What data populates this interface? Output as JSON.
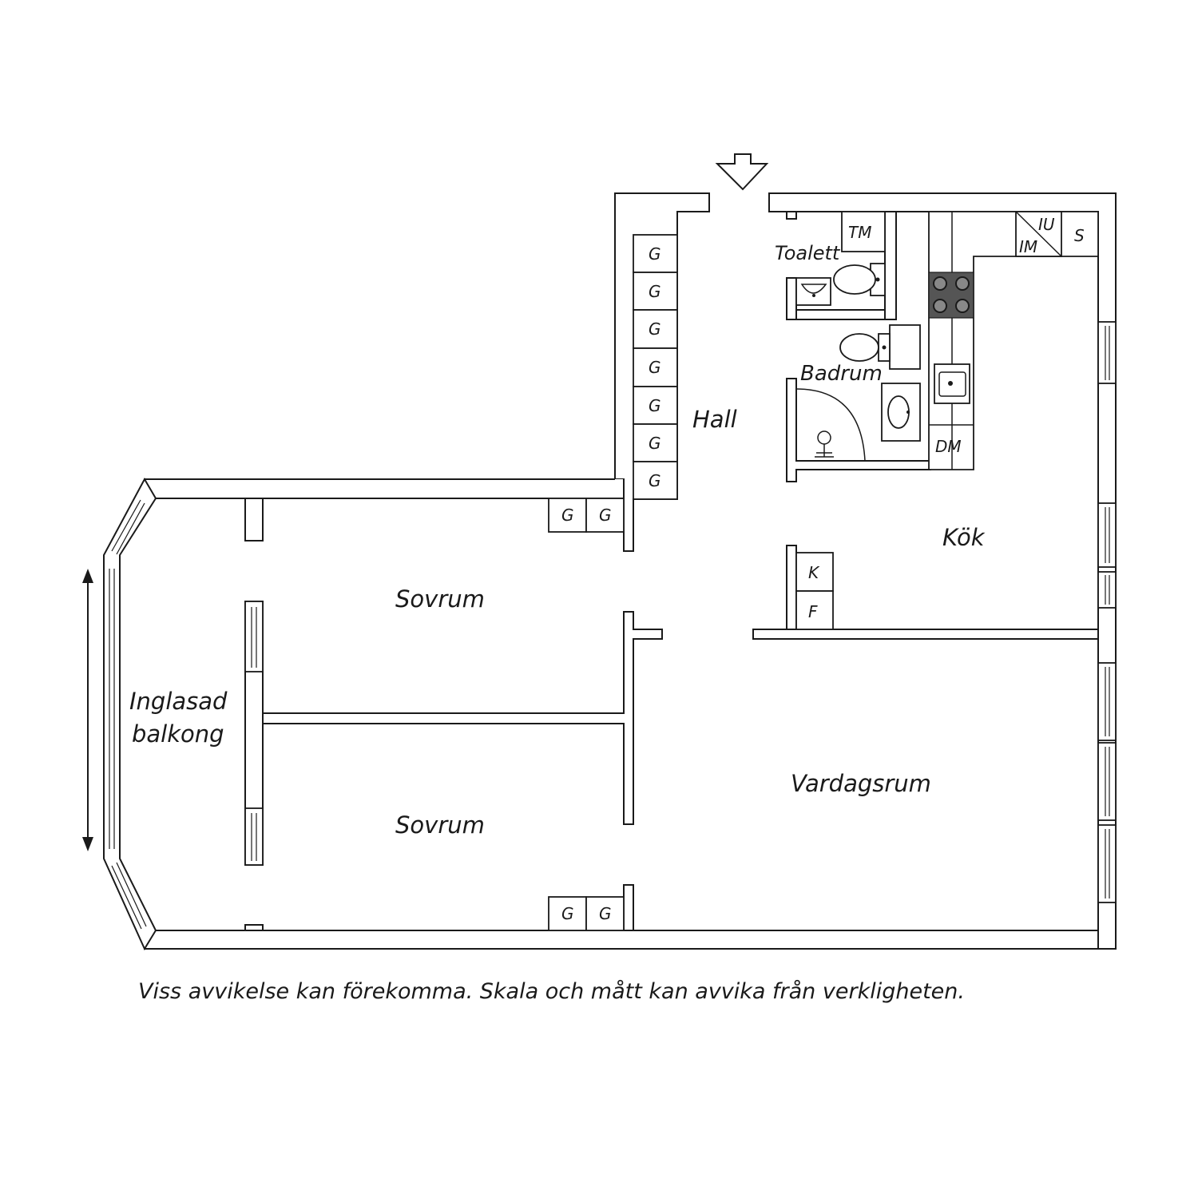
{
  "rooms": {
    "hall": "Hall",
    "toalett": "Toalett",
    "badrum": "Badrum",
    "kok": "Kök",
    "sovrum_upper": "Sovrum",
    "sovrum_lower": "Sovrum",
    "balkong_line1": "Inglasad",
    "balkong_line2": "balkong",
    "vardagsrum": "Vardagsrum"
  },
  "fixtures": {
    "wardrobe": "G",
    "tm": "TM",
    "iu": "IU",
    "im": "IM",
    "s": "S",
    "dm": "DM",
    "k": "K",
    "f": "F"
  },
  "disclaimer": "Viss avvikelse kan förekomma. Skala och mått kan avvika från verkligheten.",
  "colors": {
    "line": "#1a1a1a",
    "background": "#ffffff",
    "stove": "#555555"
  }
}
